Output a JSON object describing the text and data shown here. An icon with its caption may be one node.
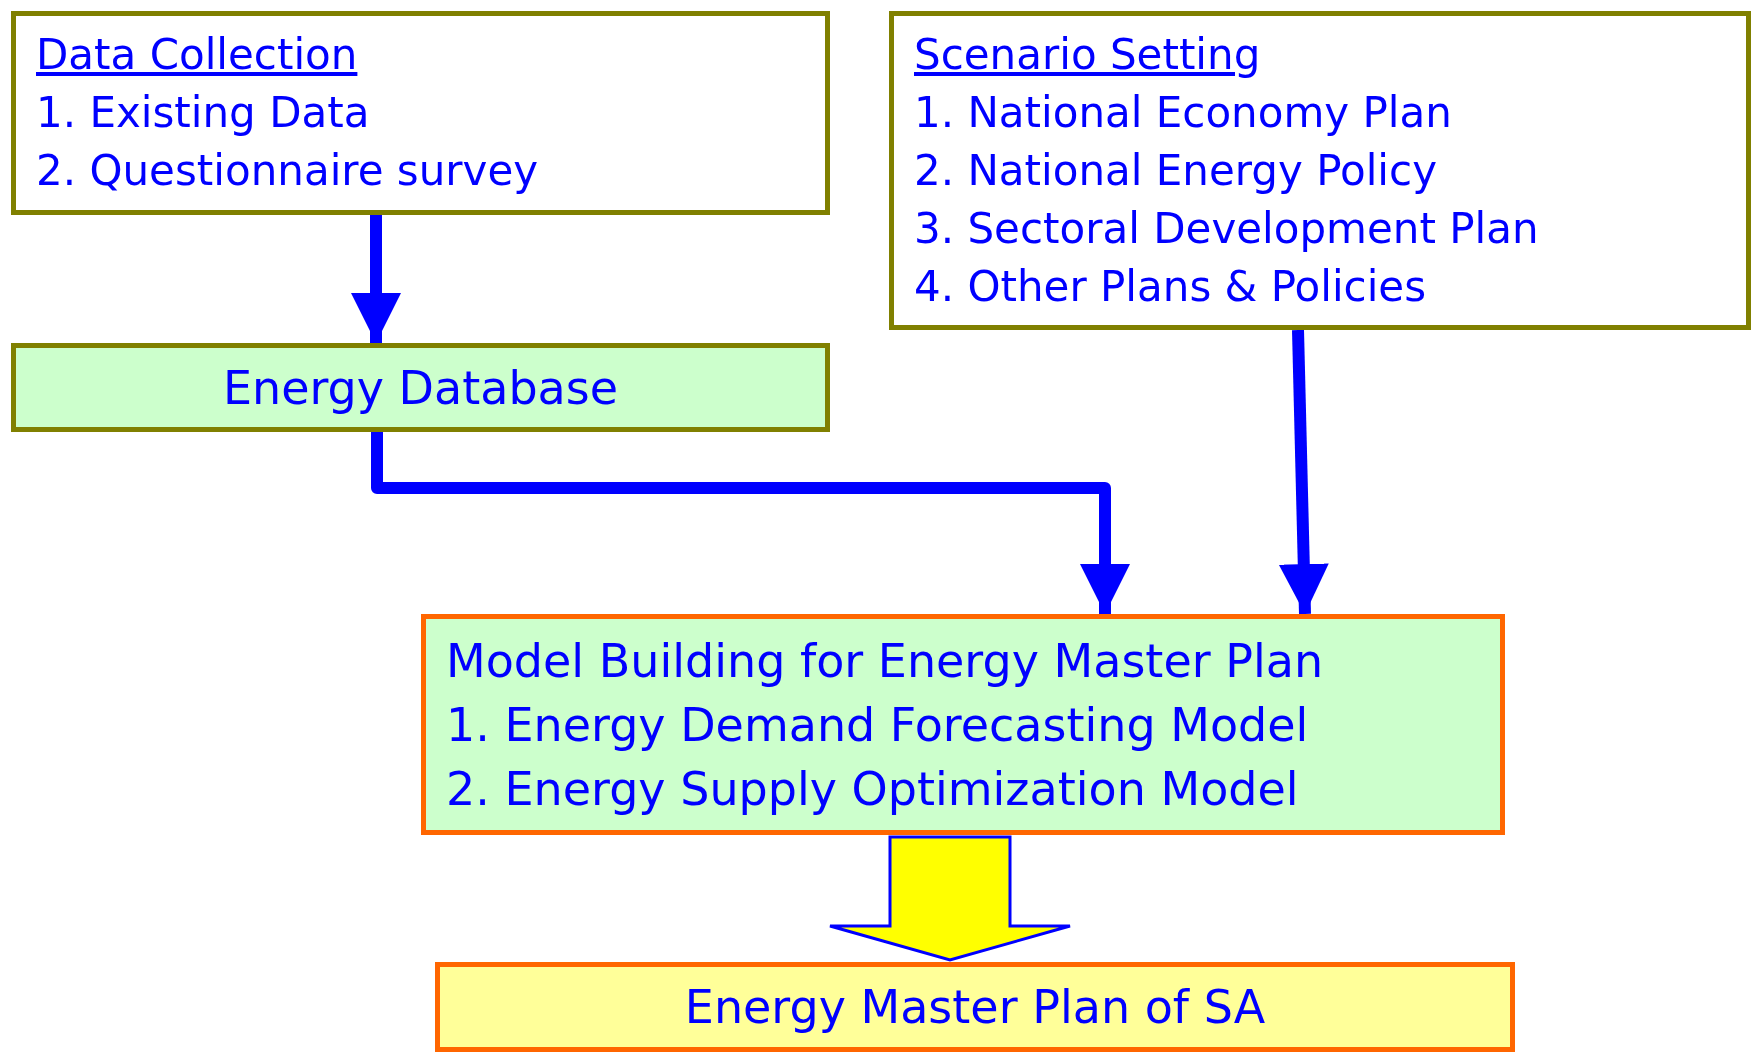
{
  "diagram": {
    "nodes": [
      {
        "text": [
          "Data Collection",
          "1. Existing Data",
          "2. Questionnaire survey"
        ]
      },
      {
        "text": [
          "Scenario Setting",
          "1. National Economy Plan",
          "2. National Energy Policy",
          "3. Sectoral Development Plan",
          "4. Other Plans & Policies"
        ]
      },
      {
        "text": [
          "Energy Database"
        ]
      },
      {
        "text": [
          "Model Building for Energy Master Plan",
          "1. Energy Demand Forecasting Model",
          "2. Energy Supply Optimization Model"
        ]
      },
      {
        "text": [
          "Energy Master Plan of SA"
        ]
      }
    ],
    "edges": [
      {
        "from": 0,
        "to": 2,
        "arrow": "to"
      },
      {
        "from": 2,
        "to": 3,
        "arrow": "to"
      },
      {
        "from": 1,
        "to": 3,
        "arrow": "to"
      },
      {
        "from": 3,
        "to": 4,
        "arrow": "to",
        "style": "thick",
        "color": "#ffff00"
      }
    ]
  }
}
